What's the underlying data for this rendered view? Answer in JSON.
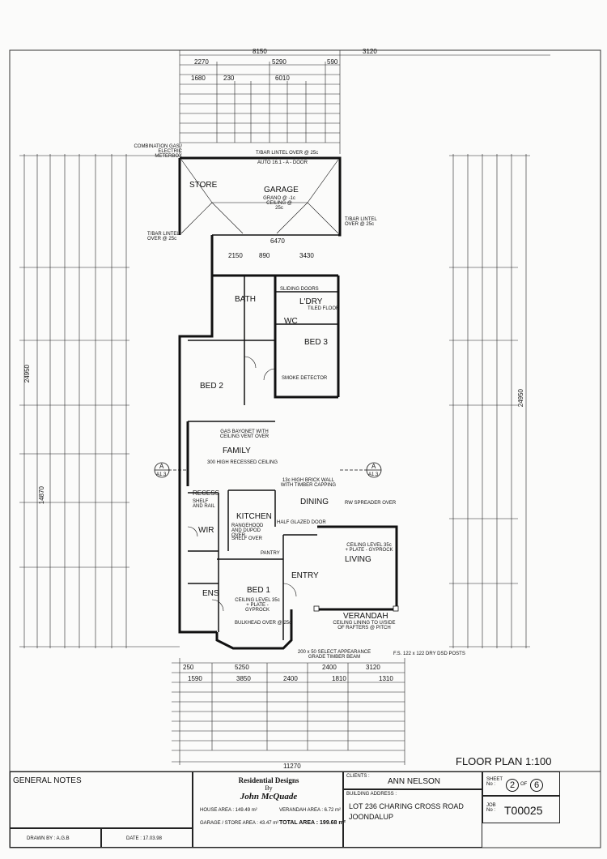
{
  "plan": {
    "title": "FLOOR PLAN 1:100",
    "rooms": {
      "store": "STORE",
      "garage": "GARAGE",
      "bath": "BATH",
      "ldry": "L'DRY",
      "wc": "WC",
      "bed3": "BED 3",
      "bed2": "BED 2",
      "family": "FAMILY",
      "dining": "DINING",
      "kitchen": "KITCHEN",
      "living": "LIVING",
      "wir": "WIR",
      "ens": "ENS",
      "bed1": "BED 1",
      "entry": "ENTRY",
      "verandah": "VERANDAH",
      "recess": "RECESS",
      "pantry": "PANTRY"
    },
    "notes": {
      "combination": "COMBINATION GAS / ELECTRIC METERBOX",
      "tbar_top": "T/BAR LINTEL OVER @ 25c",
      "auto_door": "AUTO 16.1 - A - DOOR",
      "garage_ceiling": "GRANO @ -1c CEILING @ 25c",
      "tbar_left": "T/BAR LINTEL OVER @ 25c",
      "tbar_right": "T/BAR LINTEL OVER @ 25c",
      "sliding_doors": "SLIDING DOORS",
      "tiled_floor": "TILED FLOOR",
      "smoke_detector": "SMOKE DETECTOR",
      "gas_bayonet_family": "GAS BAYONET WITH CEILING VENT OVER",
      "recessed_ceiling": "300 HIGH RECESSED CEILING",
      "brick_wall": "13c HIGH BRICK WALL WITH TIMBER CAPPING",
      "half_glazed": "HALF GLAZED DOOR",
      "rw_spreader": "RW SPREADER OVER",
      "ceiling_level_living": "CEILING LEVEL 35c + PLATE - GYPROCK",
      "ceiling_level_bed1": "CEILING LEVEL 35c + PLATE - GYPROCK",
      "bulkhead": "BULKHEAD OVER @ 25c",
      "shelf_rail": "SHELF AND RAIL",
      "rangehood": "RANGEHOOD AND DUPOD OVER",
      "shelf_over": "SHELF OVER",
      "appearance_grade": "200 x 50 SELECT APPEARANCE GRADE TIMBER BEAM",
      "verandah_lining": "CEILING LINING TO U/SIDE OF RAFTERS @ PITCH",
      "posts": "F.S. 122 x 122 DRY DSD POSTS",
      "section_label": "A",
      "section_ref": "A1.3"
    },
    "dims": {
      "top_total": "8150",
      "top_right": "3120",
      "top_row1": [
        "2270",
        "5290",
        "590"
      ],
      "top_row2": [
        "1680",
        "230",
        "6010"
      ],
      "left_total": "24950",
      "left_sub": "14870",
      "right_total": "24950",
      "bottom_total": "11270",
      "bottom_row1": [
        "250",
        "5250",
        "2400",
        "3120"
      ],
      "bottom_row2": [
        "1590",
        "3850",
        "2400",
        "1810",
        "1310"
      ],
      "garage_width": "6470",
      "garage_split": [
        "2150",
        "890",
        "3430"
      ]
    }
  },
  "title_block": {
    "general_notes": "GENERAL NOTES",
    "company_line1": "Residential Designs",
    "company_line2": "By",
    "company_line3": "John McQuade",
    "drawn_by": "DRAWN BY : A.G.B",
    "date": "DATE : 17.03.98",
    "house_area": "HOUSE AREA : 149.49 m²",
    "verandah_area": "VERANDAH AREA : 6.72 m²",
    "garage_area": "GARAGE / STORE AREA : 43.47 m²",
    "total_area": "TOTAL AREA : 199.68 m²",
    "client_label": "CLIENTS :",
    "client": "ANN NELSON",
    "address_label": "BUILDING ADDRESS :",
    "address1": "LOT 236 CHARING CROSS ROAD",
    "address2": "JOONDALUP",
    "sheet_label": "SHEET No :",
    "sheet_no": "2",
    "sheet_of": "OF",
    "sheet_total": "6",
    "job_label": "JOB No :",
    "job_no": "T00025"
  }
}
